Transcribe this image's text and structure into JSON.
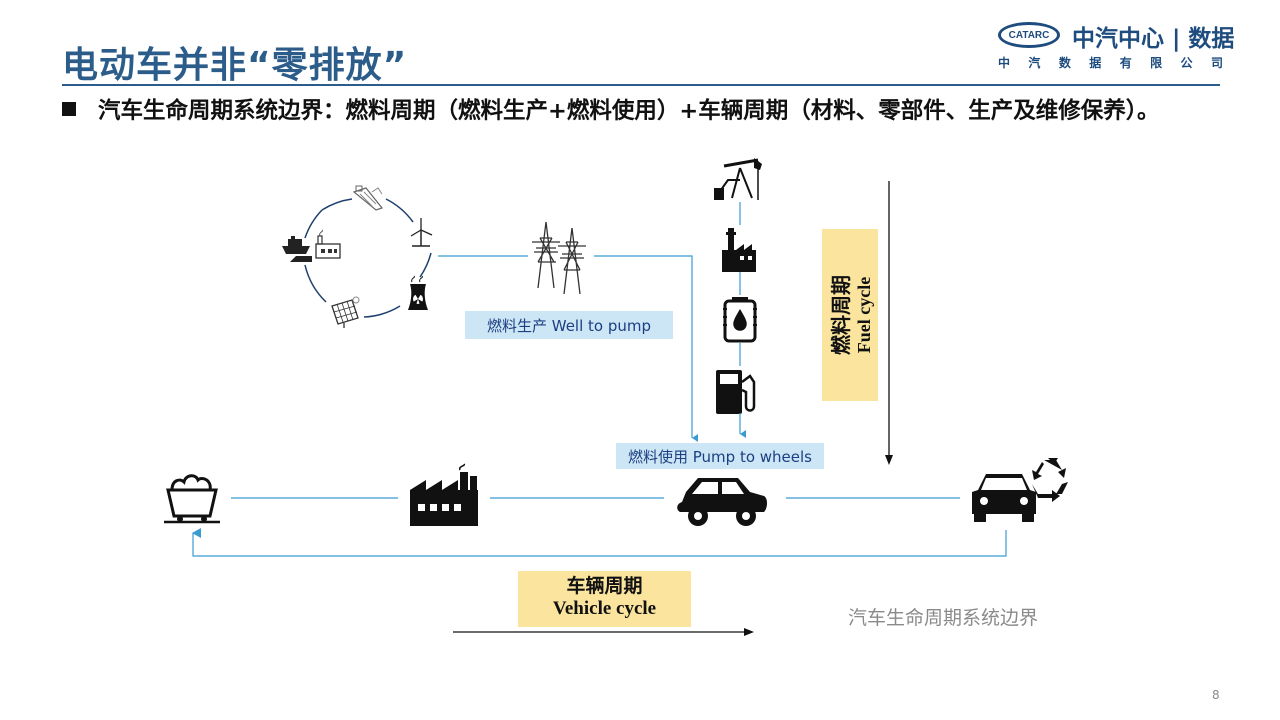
{
  "title": "电动车并非“零排放”",
  "logo": {
    "mark": "CATARC",
    "name": "中汽中心 | 数据",
    "subtitle_chars": [
      "中",
      "汽",
      "数",
      "据",
      "有",
      "限",
      "公",
      "司"
    ]
  },
  "bullet": "汽车生命周期系统边界：燃料周期（燃料生产+燃料使用）+车辆周期（材料、零部件、生产及维修保养）。",
  "labels": {
    "well_to_pump": "燃料生产 Well to pump",
    "pump_to_wheels": "燃料使用 Pump to wheels",
    "fuel_cycle_cn": "燃料周期",
    "fuel_cycle_en": "Fuel cycle",
    "vehicle_cycle_cn": "车辆周期",
    "vehicle_cycle_en": "Vehicle cycle",
    "system_boundary": "汽车生命周期系统边界"
  },
  "page_number": "8",
  "colors": {
    "title": "#2c5d8a",
    "logo": "#1e4c7f",
    "flow_line": "#3a9bd1",
    "label_bg": "#cde6f6",
    "label_text": "#1b3f82",
    "cycle_box": "#fbe59e"
  },
  "icons": {
    "energy_cycle": [
      "hydro-dam-icon",
      "wind-turbine-icon",
      "nuclear-plant-icon",
      "solar-panel-icon",
      "coal-power-plant-icon",
      "ship-icon"
    ],
    "fuel_chain": [
      "oil-pumpjack-icon",
      "refinery-icon",
      "fuel-canister-icon",
      "fuel-pump-icon"
    ],
    "grid": "power-tower-icon",
    "vehicle_chain": [
      "ore-mine-cart-icon",
      "factory-icon",
      "car-icon",
      "scrapped-car-icon",
      "recycle-icon"
    ]
  }
}
